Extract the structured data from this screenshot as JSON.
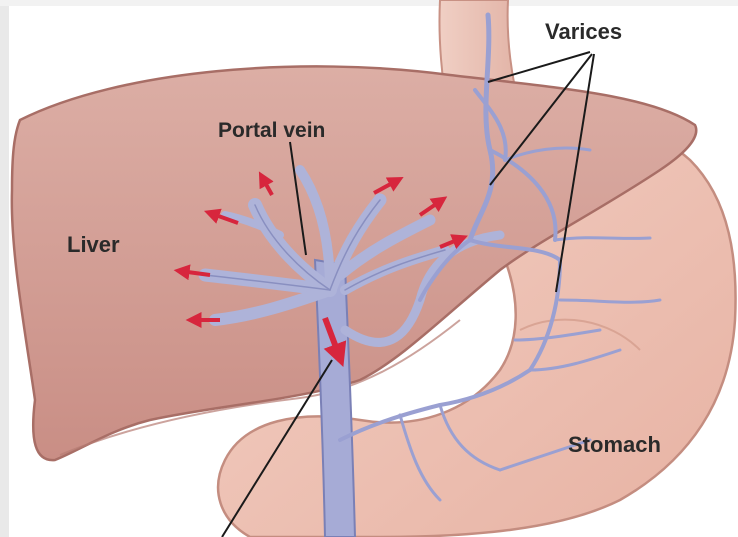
{
  "labels": {
    "varices": "Varices",
    "portal_vein": "Portal vein",
    "liver": "Liver",
    "stomach": "Stomach"
  },
  "colors": {
    "liver": "#d6a197",
    "liver_edge": "#a86e66",
    "stomach": "#efc2b3",
    "stomach_edge": "#c48d80",
    "vein": "#aeb3d9",
    "vein_edge": "#7a80b6",
    "arrow": "#d7263d",
    "border": "#e6e6e6"
  }
}
